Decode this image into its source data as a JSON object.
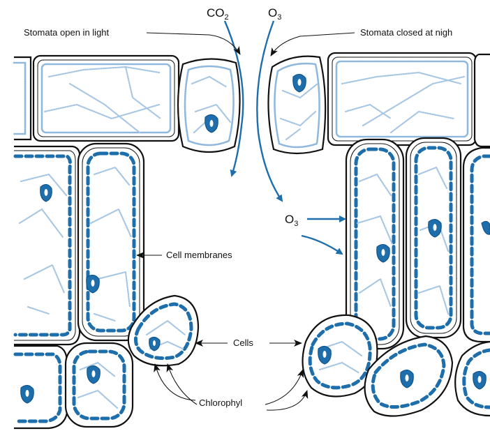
{
  "labels": {
    "stomata_open": "Stomata open in light",
    "stomata_closed": "Stomata closed at nigh",
    "cell_membranes": "Cell membranes",
    "cells": "Cells",
    "chlorophyl": "Chlorophyl"
  },
  "gases": {
    "co2": {
      "base": "CO",
      "sub": "2"
    },
    "o3_top": {
      "base": "O",
      "sub": "3"
    },
    "o3_mid": {
      "base": "O",
      "sub": "3"
    }
  },
  "colors": {
    "chloroplast": "#1e6eab",
    "cytoplasm": "#8fb8dc",
    "arrow_blue": "#1e6eab",
    "outline": "#111111"
  }
}
